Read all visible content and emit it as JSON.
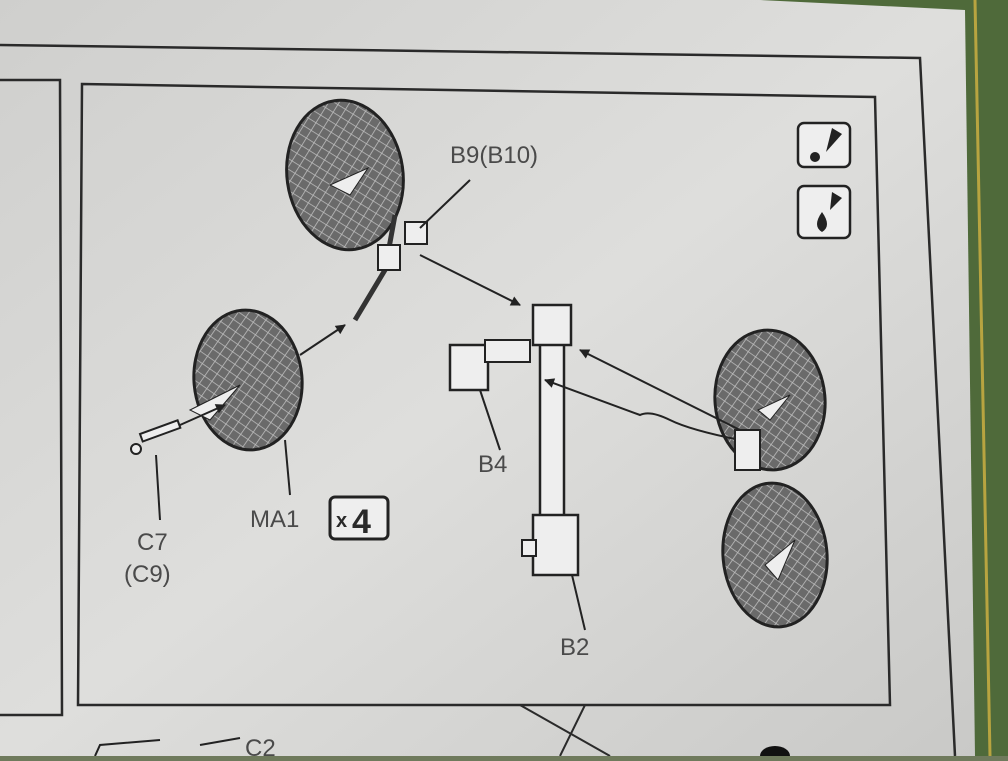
{
  "labels": {
    "b9_b10": "B9(B10)",
    "b4": "B4",
    "b2": "B2",
    "ma1": "MA1",
    "quantity_prefix": "x",
    "quantity": "4",
    "c7": "C7",
    "c9": "(C9)",
    "c2": "C2"
  },
  "icons": [
    "paint-icon",
    "glue-icon"
  ],
  "colors": {
    "paper": "#d9d9d7",
    "line": "#2a2a2a",
    "mat": "#4f6a3a",
    "dish": "#555555"
  }
}
